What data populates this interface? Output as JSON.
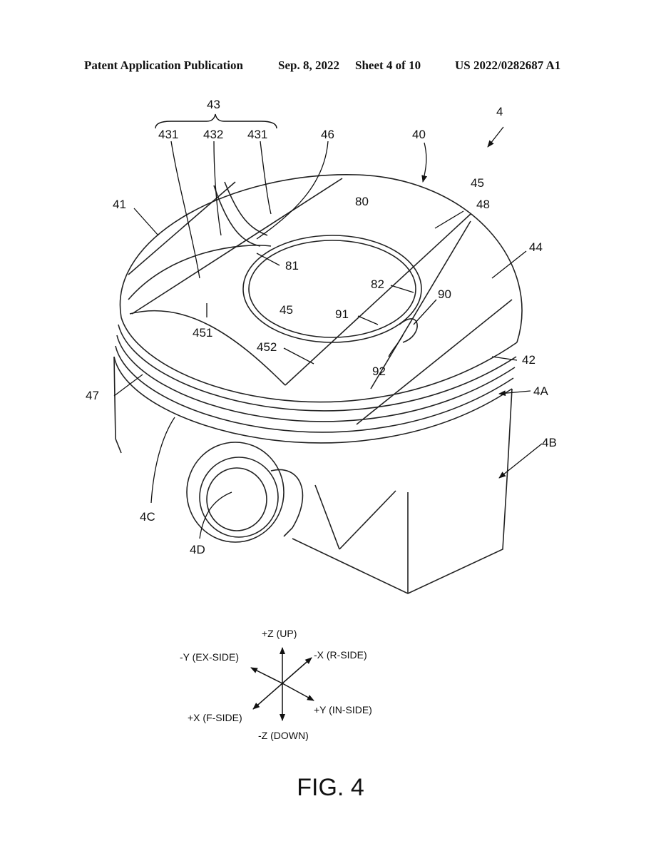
{
  "header": {
    "left": "Patent Application Publication",
    "date": "Sep. 8, 2022",
    "sheet": "Sheet 4 of 10",
    "number": "US 2022/0282687 A1"
  },
  "labels": {
    "l4": "4",
    "l40": "40",
    "l43": "43",
    "l431a": "431",
    "l432": "432",
    "l431b": "431",
    "l46": "46",
    "l41": "41",
    "l80": "80",
    "l45a": "45",
    "l48": "48",
    "l44": "44",
    "l81": "81",
    "l82": "82",
    "l90": "90",
    "l91": "91",
    "l45b": "45",
    "l451": "451",
    "l452": "452",
    "l92": "92",
    "l42": "42",
    "l47": "47",
    "l4A": "4A",
    "l4B": "4B",
    "l4C": "4C",
    "l4D": "4D"
  },
  "axes": {
    "z_up": "+Z (UP)",
    "y_ex": "-Y (EX-SIDE)",
    "x_r": "-X (R-SIDE)",
    "x_f": "+X (F-SIDE)",
    "y_in": "+Y (IN-SIDE)",
    "z_down": "-Z (DOWN)"
  },
  "figure_title": "FIG. 4"
}
